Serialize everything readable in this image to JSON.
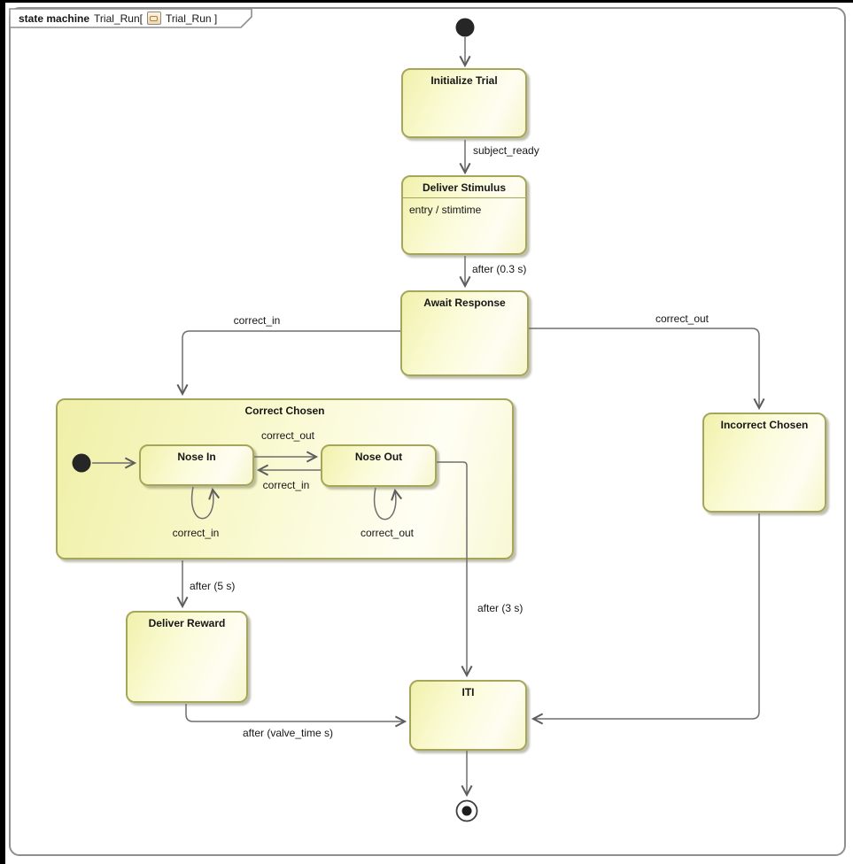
{
  "frame": {
    "keyword": "state machine",
    "name": "Trial_Run[",
    "ref": "Trial_Run ]"
  },
  "colors": {
    "state_border": "#a6a65a",
    "line_color": "#6e6e6e",
    "frame_border": "#8e8e8e",
    "text_color": "#161616"
  },
  "states": {
    "initialize_trial": {
      "title": "Initialize Trial"
    },
    "deliver_stimulus": {
      "title": "Deliver Stimulus",
      "entry": "entry / stimtime"
    },
    "await_response": {
      "title": "Await Response"
    },
    "correct_chosen": {
      "title": "Correct Chosen"
    },
    "nose_in": {
      "title": "Nose In"
    },
    "nose_out": {
      "title": "Nose Out"
    },
    "incorrect_chosen": {
      "title": "Incorrect Chosen"
    },
    "deliver_reward": {
      "title": "Deliver Reward"
    },
    "iti": {
      "title": "ITI"
    }
  },
  "transitions": {
    "subject_ready": "subject_ready",
    "after_stim": "after (0.3 s)",
    "correct_in_main": "correct_in",
    "correct_out_main": "correct_out",
    "nosein_to_noseout": "correct_out",
    "noseout_to_nosein": "correct_in",
    "nosein_self": "correct_in",
    "noseout_self": "correct_out",
    "after_5s": "after (5 s)",
    "after_3s": "after (3 s)",
    "after_valve": "after (valve_time s)"
  }
}
